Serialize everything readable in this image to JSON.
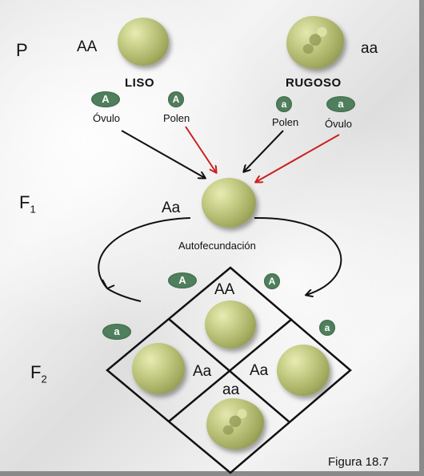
{
  "labels": {
    "p": "P",
    "f1_main": "F",
    "f1_sub": "1",
    "f2_main": "F",
    "f2_sub": "2",
    "parent_left_genotype": "AA",
    "parent_right_genotype": "aa",
    "parent_left_phenotype": "LISO",
    "parent_right_phenotype": "RUGOSO",
    "f1_genotype": "Aa",
    "self_fertilization": "Autofecundación",
    "figure_caption": "Figura 18.7"
  },
  "gametes": {
    "left_ovule_allele": "A",
    "left_ovule_label": "Óvulo",
    "left_pollen_allele": "A",
    "left_pollen_label": "Polen",
    "right_pollen_allele": "a",
    "right_pollen_label": "Polen",
    "right_ovule_allele": "a",
    "right_ovule_label": "Óvulo",
    "grid_top_left": "A",
    "grid_top_right": "A",
    "grid_left": "a",
    "grid_right": "a"
  },
  "punnett": {
    "top": "AA",
    "left": "Aa",
    "right": "Aa",
    "bottom": "aa"
  },
  "colors": {
    "pollen_arrow": "#cc1f1f",
    "ovule_arrow": "#111111",
    "allele_fill": "#4f7f5c"
  }
}
